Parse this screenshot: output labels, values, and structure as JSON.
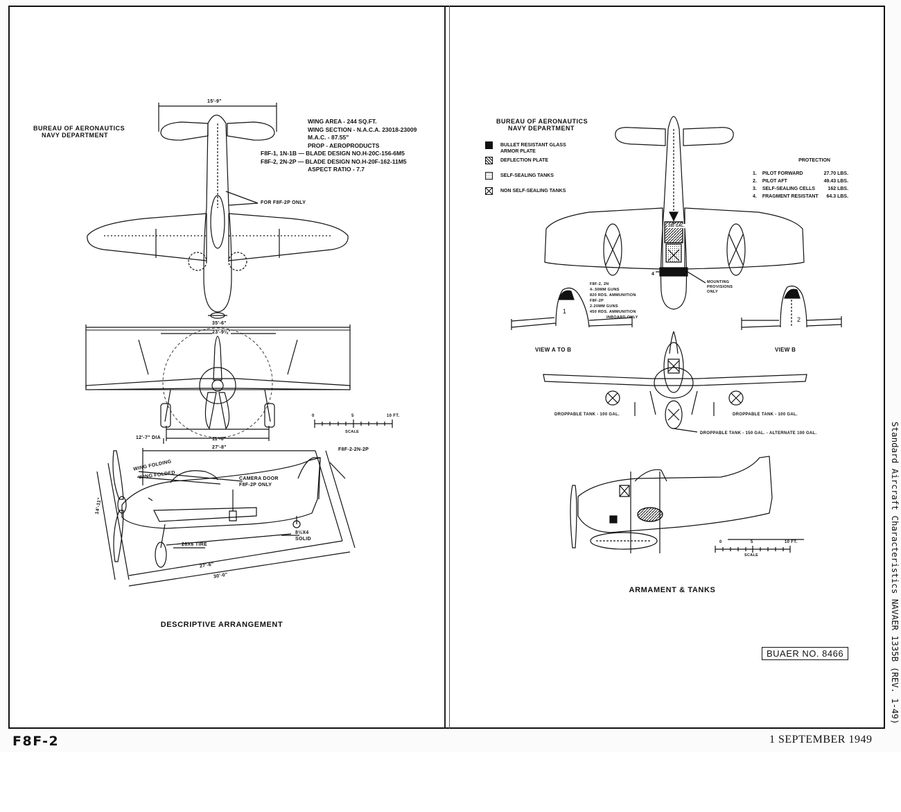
{
  "left_panel": {
    "agency_line1": "BUREAU OF AERONAUTICS",
    "agency_line2": "NAVY DEPARTMENT",
    "specs": [
      "WING AREA - 244 SQ.FT.",
      "WING SECTION - N.A.C.A. 23018-23009",
      "M.A.C. - 87.55\"",
      "PROP - AEROPRODUCTS",
      "F8F-1, 1N-1B — BLADE DESIGN NO.H-20C-156-6M5",
      "F8F-2, 2N-2P — BLADE DESIGN NO.H-20F-162-11M5",
      "ASPECT RATIO - 7.7"
    ],
    "for_f8f2p": "FOR F8F-2P ONLY",
    "dim_tail_span": "15'-9\"",
    "dim_span": "35'-6\"",
    "dim_span_inner": "23'-9⅛\"",
    "dim_prop_dia": "12'-7\" DIA",
    "dim_track": "11'-6\"",
    "dim_length_top": "27'-8\"",
    "wing_folding": "WING FOLDING",
    "wing_folded": "WING FOLDED",
    "camera_door": "CAMERA DOOR",
    "camera_door_2": "F8F-2P ONLY",
    "f8f_variant": "F8F-2-2N-2P",
    "tire_main": "26X6 TIRE",
    "tire_tail": "8½X4",
    "tire_tail_2": "SOLID",
    "dim_length": "27'-6\"",
    "dim_length_2": "30'-0\"",
    "dim_height": "14'-11\"",
    "scale_0": "0",
    "scale_5": "5",
    "scale_10": "10 FT.",
    "scale_label": "SCALE",
    "caption": "DESCRIPTIVE ARRANGEMENT"
  },
  "right_panel": {
    "agency_line1": "BUREAU OF AERONAUTICS",
    "agency_line2": "NAVY DEPARTMENT",
    "legend": [
      {
        "style": "solid",
        "label": "BULLET RESISTANT GLASS",
        "label2": "ARMOR PLATE"
      },
      {
        "style": "hatch",
        "label": "DEFLECTION PLATE",
        "label2": ""
      },
      {
        "style": "dots",
        "label": "SELF-SEALING TANKS",
        "label2": ""
      },
      {
        "style": "cross",
        "label": "NON SELF-SEALING TANKS",
        "label2": ""
      }
    ],
    "protection_title": "PROTECTION",
    "protection": [
      {
        "n": "1.",
        "item": "PILOT FORWARD",
        "weight": "27.70 LBS."
      },
      {
        "n": "2.",
        "item": "PILOT AFT",
        "weight": "49.43 LBS."
      },
      {
        "n": "3.",
        "item": "SELF-SEALING CELLS",
        "weight": "162 LBS."
      },
      {
        "n": "4.",
        "item": "FRAGMENT RESISTANT",
        "weight": "64.3 LBS."
      }
    ],
    "tank_gal": "185 GAL.",
    "mounting": [
      "MOUNTING",
      "PROVISIONS",
      "ONLY"
    ],
    "guns": [
      "F8F-2, 2N",
      "4-.50MM GUNS",
      "820 RDS. AMMUNITION",
      "F8F-2P",
      "2-20MM GUNS",
      "450 RDS. AMMUNITION",
      "INBOARD ONLY"
    ],
    "view_ab": "VIEW A TO B",
    "view_b": "VIEW B",
    "drop_tank_left": "DROPPABLE TANK - 100 GAL.",
    "drop_tank_right": "DROPPABLE TANK - 100 GAL.",
    "drop_tank_center": "DROPPABLE TANK - 150 GAL. - ALTERNATE 100 GAL.",
    "scale_0": "0",
    "scale_5": "5",
    "scale_10": "10 FT.",
    "scale_label": "SCALE",
    "caption": "ARMAMENT & TANKS",
    "buaer": "BUAER NO. 8466"
  },
  "footer": {
    "model": "F8F-2",
    "date": "1 SEPTEMBER 1949",
    "side_text": "Standard Aircraft Characteristics NAVAER 1335B (REV. 1-49)"
  }
}
